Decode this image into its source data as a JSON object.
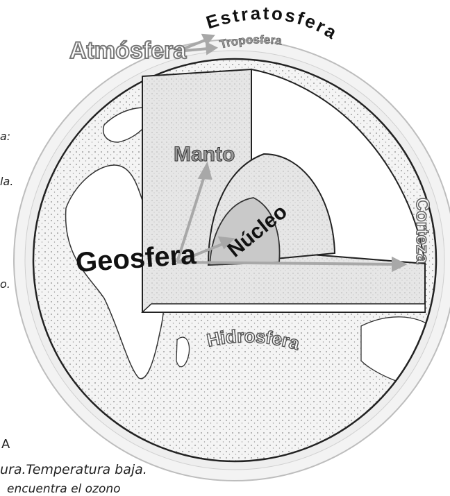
{
  "labels": {
    "atmosfera": "Atmósfera",
    "estratosfera": "Estratosfera",
    "troposfera": "Troposfera",
    "manto": "Manto",
    "nucleo": "Núcleo",
    "geosfera": "Geosfera",
    "corteza": "Corteza",
    "hidrosfera": "Hidrosfera"
  },
  "left_fragments": [
    "a:",
    "la.",
    "o.",
    "A"
  ],
  "bottom_fragments": [
    "ura.Temperatura baja.",
    "encuentra el ozono"
  ],
  "colors": {
    "outline": "#2b2b2b",
    "label_gray": "#9a9a9a",
    "label_dark": "#111111",
    "arrow_gray": "#a8a8a8",
    "core_fill": "#c9c9c9",
    "mantle_fill": "#e3e3e3"
  }
}
